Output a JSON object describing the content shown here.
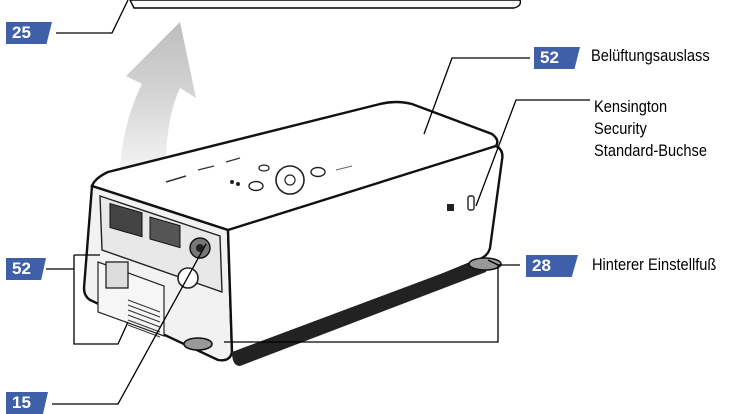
{
  "colors": {
    "badge": "#3f5fa8",
    "badge_text": "#ffffff",
    "arrow_gradient_top": "#c2c2c2",
    "arrow_gradient_bottom": "#ffffff",
    "projector_body": "#ffffff",
    "projector_outline": "#111111",
    "leader_line": "#000000"
  },
  "callouts": {
    "lift_arrow": {
      "page": "25"
    },
    "air_outlet_left": {
      "page": "52"
    },
    "lens_control": {
      "page": "15"
    },
    "exhaust_vent": {
      "page": "52",
      "label": "Belüftungsauslass"
    },
    "kensington": {
      "lines": [
        "Kensington",
        "Security",
        "Standard-Buchse"
      ]
    },
    "rear_foot": {
      "page": "28",
      "label": "Hinterer Einstellfuß"
    }
  },
  "icons": {
    "projector": "projector-illustration",
    "arrow": "lift-arrow-icon",
    "lock": "kensington-lock-icon"
  }
}
